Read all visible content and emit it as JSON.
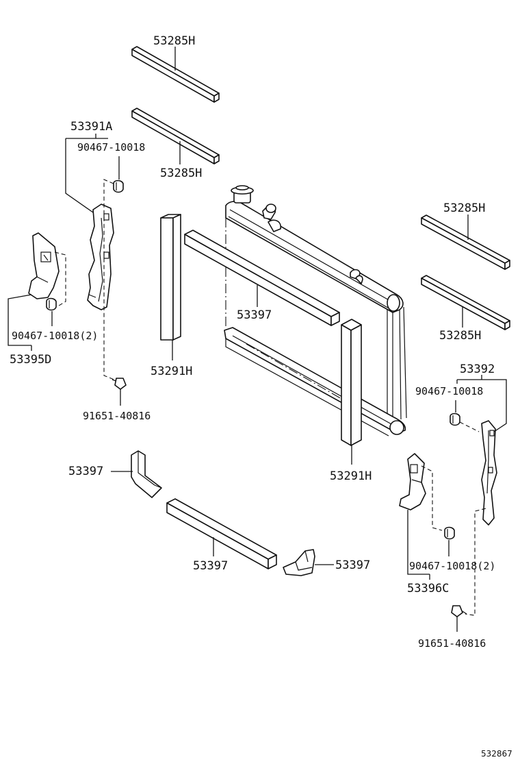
{
  "labels": {
    "seal_top_1": "53285H",
    "seal_top_2": "53285H",
    "seal_right_1": "53285H",
    "seal_right_2": "53285H",
    "support_left_assy": "53391A",
    "clip_left_top": "90467-10018",
    "clip_left_side": "90467-10018(2)",
    "bracket_left": "53395D",
    "bolt_left": "91651-40816",
    "seal_vertical_left": "53291H",
    "seal_upper_diag": "53397",
    "seal_vertical_right": "53291H",
    "support_right_assy": "53392",
    "clip_right_top": "90467-10018",
    "clip_right_side": "90467-10018(2)",
    "bracket_right": "53396C",
    "bolt_right": "91651-40816",
    "seal_lower_left_corner": "53397",
    "seal_lower_bar": "53397",
    "seal_lower_right_corner": "53397"
  },
  "figure_ref": "532867"
}
